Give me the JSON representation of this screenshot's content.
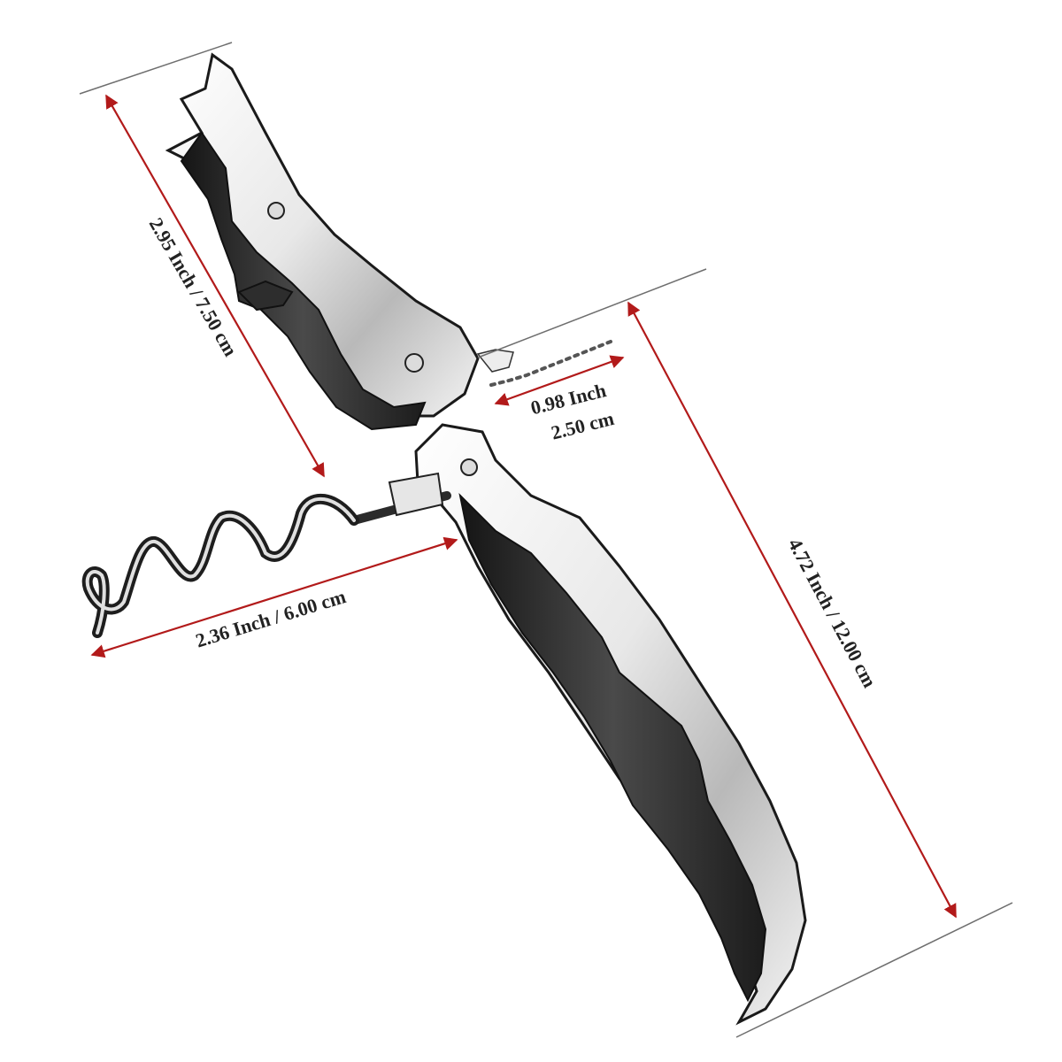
{
  "product": {
    "subject": "waiters-corkscrew",
    "colors": {
      "dimension_line": "#b21a1a",
      "extension_line": "#6e6e6e",
      "steel_light": "#f2f2f2",
      "steel_dark": "#2a2a2a",
      "label_text": "#222222"
    }
  },
  "dimensions": {
    "opener_length": "2.95 Inch / 7.50 cm",
    "total_length": "4.72 Inch / 12.00 cm",
    "blade_length_inch": "0.98 Inch",
    "blade_length_cm": "2.50 cm",
    "worm_length": "2.36 Inch / 6.00 cm"
  }
}
